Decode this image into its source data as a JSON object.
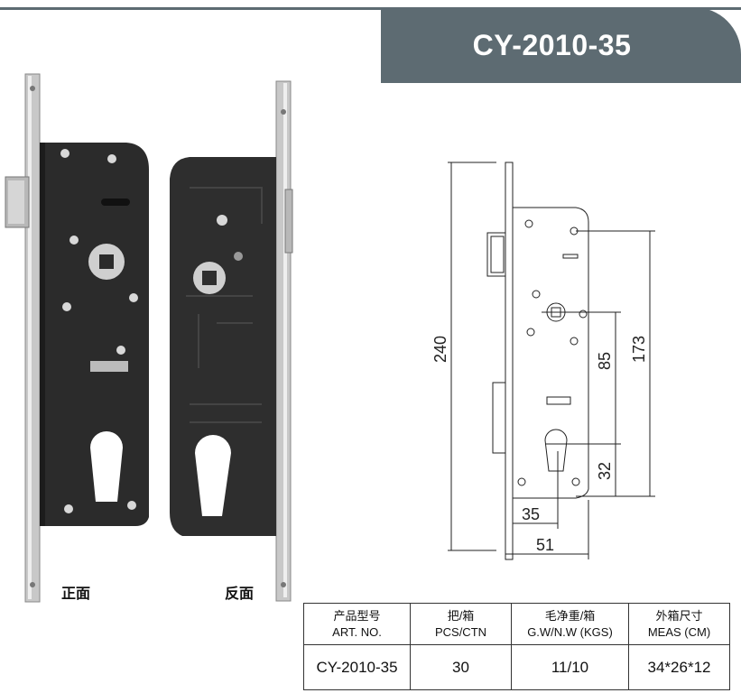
{
  "header": {
    "title": "CY-2010-35"
  },
  "photos": {
    "front_caption": "正面",
    "back_caption": "反面"
  },
  "drawing": {
    "dim_240": "240",
    "dim_173": "173",
    "dim_85": "85",
    "dim_32": "32",
    "dim_35": "35",
    "dim_51": "51"
  },
  "spec_table": {
    "headers": [
      {
        "zh": "产品型号",
        "en": "ART. NO."
      },
      {
        "zh": "把/箱",
        "en": "PCS/CTN"
      },
      {
        "zh": "毛净重/箱",
        "en": "G.W/N.W (KGS)"
      },
      {
        "zh": "外箱尺寸",
        "en": "MEAS (CM)"
      }
    ],
    "rows": [
      {
        "art_no": "CY-2010-35",
        "pcs": "30",
        "weight": "11/10",
        "meas": "34*26*12"
      }
    ]
  },
  "colors": {
    "header_bg": "#5d6b72",
    "lock_body": "#2a2a2a",
    "faceplate": "#c9c9c9"
  }
}
